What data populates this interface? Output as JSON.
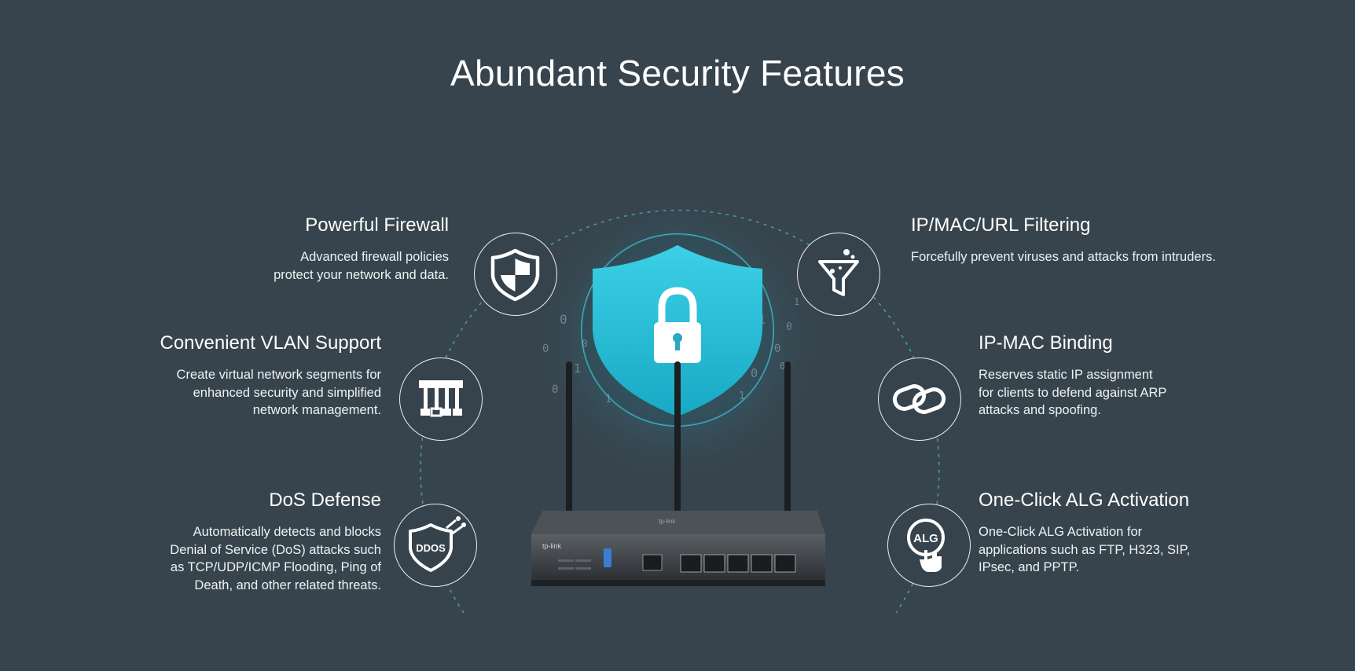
{
  "header": {
    "title": "Abundant Security Features"
  },
  "features": {
    "firewall": {
      "title": "Powerful Firewall",
      "lines": [
        "Advanced firewall policies",
        "protect your network and data."
      ],
      "icon": "shield-icon"
    },
    "vlan": {
      "title": "Convenient VLAN Support",
      "lines": [
        "Create virtual network segments for",
        "enhanced security and simplified",
        "network management."
      ],
      "icon": "vlan-icon"
    },
    "dos": {
      "title": "DoS Defense",
      "lines": [
        "Automatically detects and blocks",
        "Denial of Service (DoS) attacks such",
        "as TCP/UDP/ICMP Flooding, Ping of",
        "Death, and other related threats."
      ],
      "icon": "ddos-shield-icon",
      "icon_text": "DDOS"
    },
    "filtering": {
      "title": "IP/MAC/URL Filtering",
      "lines": [
        "Forcefully prevent viruses and attacks from intruders."
      ],
      "icon": "filter-icon"
    },
    "binding": {
      "title": "IP-MAC Binding",
      "lines": [
        "Reserves static IP assignment",
        "for clients to defend against ARP",
        "attacks and spoofing."
      ],
      "icon": "link-icon"
    },
    "alg": {
      "title": "One-Click ALG Activation",
      "lines": [
        "One-Click ALG Activation for",
        "applications such as FTP, H323, SIP,",
        "IPsec, and PPTP."
      ],
      "icon": "alg-click-icon",
      "icon_text": "ALG"
    }
  },
  "router": {
    "brand": "tp-link",
    "accent_color": "#35c3d9"
  },
  "colors": {
    "background": "#37444d",
    "accent": "#35c3d9"
  }
}
